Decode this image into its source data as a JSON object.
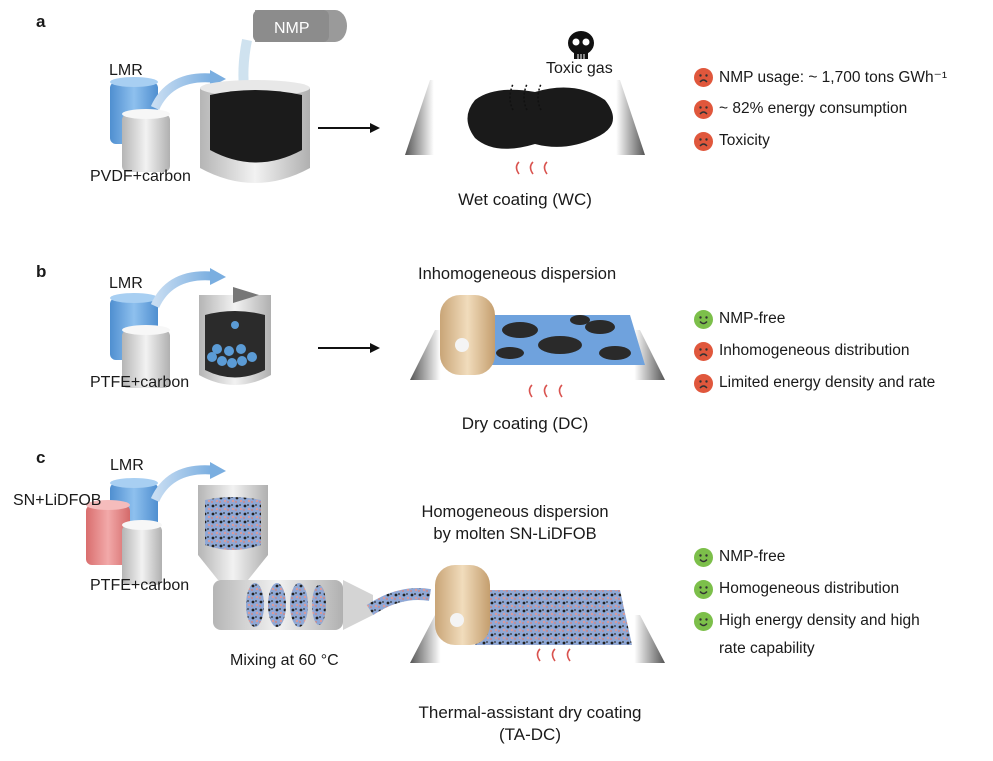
{
  "panels": [
    {
      "letter": "a",
      "inputs": {
        "top": "LMR",
        "bottom": "PVDF+carbon"
      },
      "solvent": "NMP",
      "hazard": "Toxic gas",
      "caption": "Wet coating (WC)",
      "points": [
        {
          "mood": "sad",
          "text": "NMP usage: ~ 1,700 tons GWh⁻¹"
        },
        {
          "mood": "sad",
          "text": "~ 82% energy consumption"
        },
        {
          "mood": "sad",
          "text": "Toxicity"
        }
      ]
    },
    {
      "letter": "b",
      "inputs": {
        "top": "LMR",
        "bottom": "PTFE+carbon"
      },
      "dispersion": "Inhomogeneous dispersion",
      "caption": "Dry coating (DC)",
      "points": [
        {
          "mood": "happy",
          "text": "NMP-free"
        },
        {
          "mood": "sad",
          "text": "Inhomogeneous distribution"
        },
        {
          "mood": "sad",
          "text": "Limited energy density and rate"
        }
      ]
    },
    {
      "letter": "c",
      "inputs": {
        "top": "LMR",
        "left": "SN+LiDFOB",
        "bottom": "PTFE+carbon"
      },
      "mixing": "Mixing at 60 °C",
      "dispersion_line1": "Homogeneous dispersion",
      "dispersion_line2": "by molten SN-LiDFOB",
      "caption_line1": "Thermal-assistant dry coating",
      "caption_line2": "(TA-DC)",
      "points": [
        {
          "mood": "happy",
          "text": "NMP-free"
        },
        {
          "mood": "happy",
          "text": "Homogeneous distribution"
        },
        {
          "mood": "happy",
          "text": "High energy density and high"
        },
        {
          "mood": "none",
          "text": "rate capability"
        }
      ]
    }
  ],
  "colors": {
    "sad": "#e0573c",
    "happy": "#7cbf4a",
    "lmr": "#5b9bd5",
    "sn_lidfob": "#e58a8a",
    "binder": "#d9d9d9",
    "roller": "#e6c9a0",
    "heat": "#d9534f"
  }
}
